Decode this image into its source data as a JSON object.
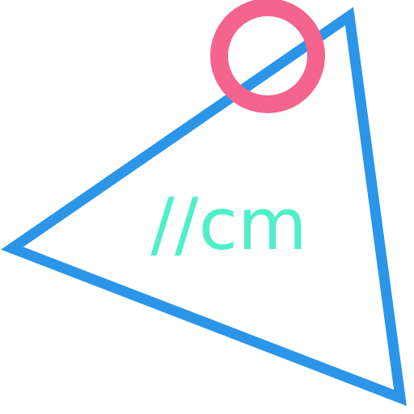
{
  "label": {
    "text": "//cm"
  },
  "colors": {
    "background": "#ffffff",
    "triangle_stroke": "#2b95ea",
    "ring_stroke": "#f4648c",
    "label_fill": "#50efc8"
  },
  "shapes": {
    "triangle": "triangle-outline",
    "ring": "ring-outline"
  }
}
